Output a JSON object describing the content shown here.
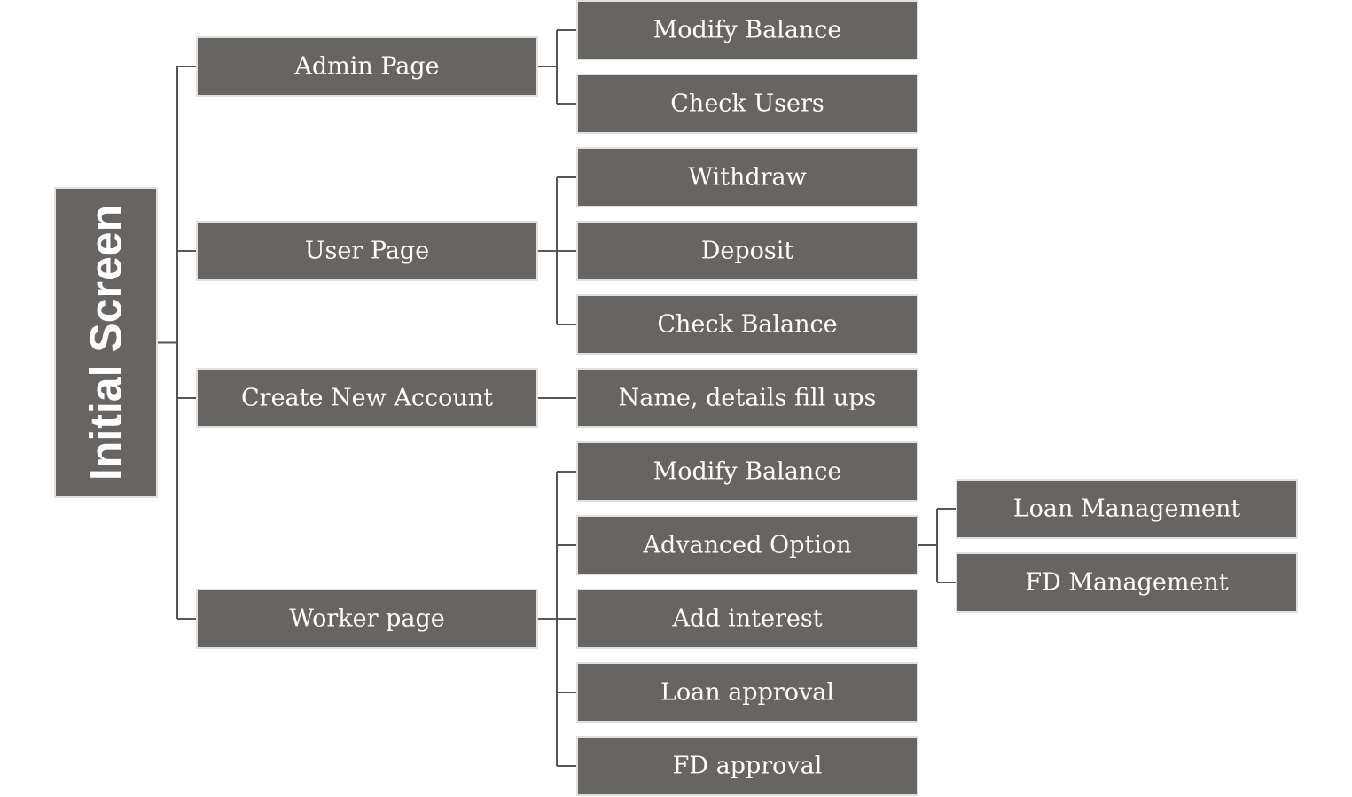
{
  "colors": {
    "box_fill": "#686462",
    "box_border": "#e2e0dd",
    "connector": "#555555",
    "text": "#ffffff",
    "background": "#ffffff"
  },
  "root": {
    "label": "Initial Screen"
  },
  "branches": [
    {
      "label": "Admin Page",
      "children": [
        {
          "label": "Modify Balance"
        },
        {
          "label": "Check Users"
        }
      ]
    },
    {
      "label": "User Page",
      "children": [
        {
          "label": "Withdraw"
        },
        {
          "label": "Deposit"
        },
        {
          "label": "Check Balance"
        }
      ]
    },
    {
      "label": "Create New Account",
      "children": [
        {
          "label": "Name, details fill ups"
        }
      ]
    },
    {
      "label": "Worker page",
      "children": [
        {
          "label": "Modify Balance"
        },
        {
          "label": "Advanced Option",
          "children": [
            {
              "label": "Loan Management"
            },
            {
              "label": "FD Management"
            }
          ]
        },
        {
          "label": "Add interest"
        },
        {
          "label": "Loan approval"
        },
        {
          "label": "FD approval"
        }
      ]
    }
  ]
}
